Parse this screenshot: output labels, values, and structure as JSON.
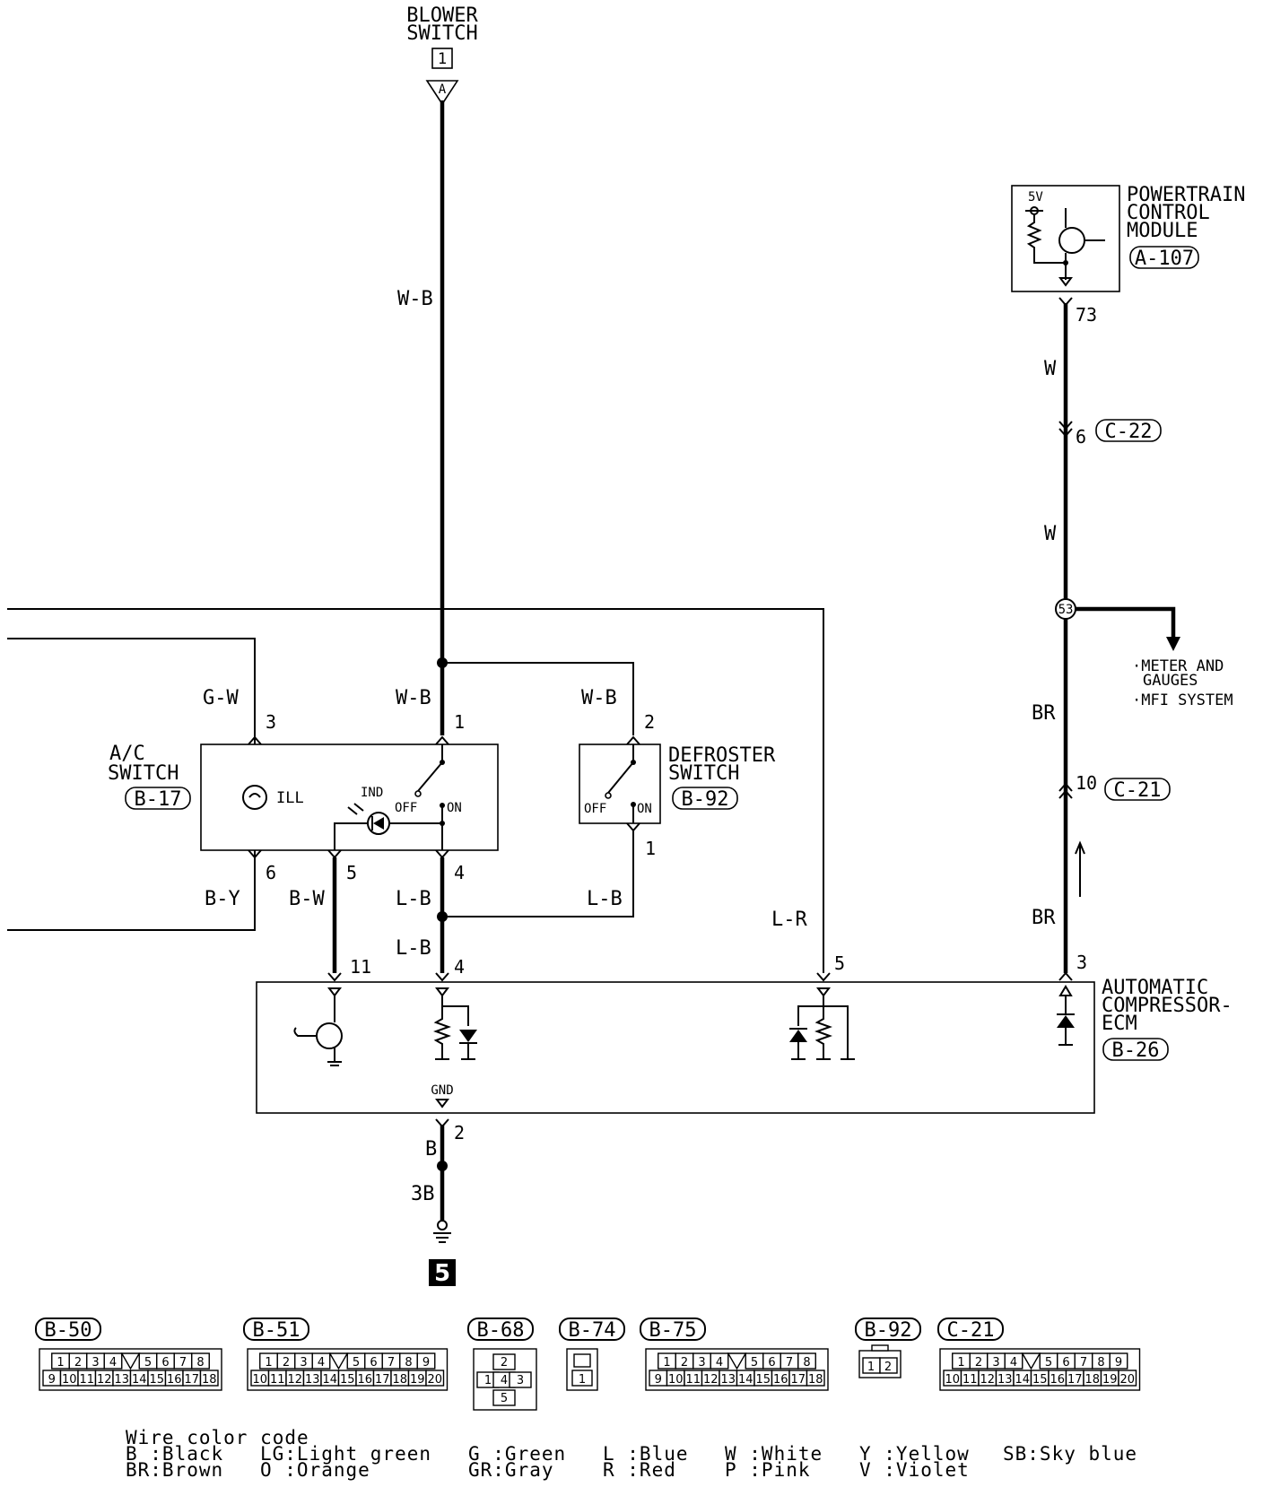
{
  "components": {
    "blower_switch": {
      "name_l1": "BLOWER",
      "name_l2": "SWITCH",
      "badge": "1",
      "connector": "A"
    },
    "pcm": {
      "name_l1": "POWERTRAIN",
      "name_l2": "CONTROL",
      "name_l3": "MODULE",
      "ref": "A-107",
      "voltage": "5V"
    },
    "ac_switch": {
      "name_l1": "A/C",
      "name_l2": "SWITCH",
      "ref": "B-17",
      "ill": "ILL",
      "ind": "IND",
      "off": "OFF",
      "on": "ON"
    },
    "defroster_switch": {
      "name_l1": "DEFROSTER",
      "name_l2": "SWITCH",
      "ref": "B-92",
      "off": "OFF",
      "on": "ON"
    },
    "ecm": {
      "name_l1": "AUTOMATIC",
      "name_l2": "COMPRESSOR-",
      "name_l3": "ECM",
      "ref": "B-26",
      "gnd": "GND"
    },
    "ground": {
      "badge": "5",
      "wire": "3B"
    }
  },
  "wires": {
    "wb_main": "W-B",
    "wb_ac": "W-B",
    "wb_def": "W-B",
    "gw": "G-W",
    "by": "B-Y",
    "bw": "B-W",
    "lb_ac": "L-B",
    "lb_def": "L-B",
    "lb_ecm": "L-B",
    "lr": "L-R",
    "w_top": "W",
    "w_mid": "W",
    "br_top": "BR",
    "br_bot": "BR",
    "b_gnd": "B"
  },
  "pins": {
    "pcm_73": "73",
    "c22_6": "6",
    "c21_10": "10",
    "ecm_3": "3",
    "ac_3": "3",
    "ac_1": "1",
    "ac_6": "6",
    "ac_5": "5",
    "ac_4": "4",
    "def_2": "2",
    "def_1": "1",
    "ecm_11": "11",
    "ecm_4": "4",
    "ecm_5": "5",
    "gnd_2": "2"
  },
  "junction": {
    "splice": "53",
    "ref_c22": "C-22",
    "ref_c21": "C-21"
  },
  "destinations": {
    "line1": "·METER AND",
    "line2": "GAUGES",
    "line3": "·MFI SYSTEM"
  },
  "connectors": {
    "b50": "B-50",
    "b51": "B-51",
    "b68": "B-68",
    "b74": "B-74",
    "b75": "B-75",
    "b92": "B-92",
    "c21": "C-21"
  },
  "legend": {
    "title": "Wire color code",
    "b": "B :Black",
    "br": "BR:Brown",
    "lg": "LG:Light green",
    "o": "O :Orange",
    "g": "G :Green",
    "gr": "GR:Gray",
    "l": "L :Blue",
    "r": "R :Red",
    "w": "W :White",
    "p": "P :Pink",
    "y": "Y :Yellow",
    "v": "V :Violet",
    "sb": "SB:Sky blue"
  }
}
